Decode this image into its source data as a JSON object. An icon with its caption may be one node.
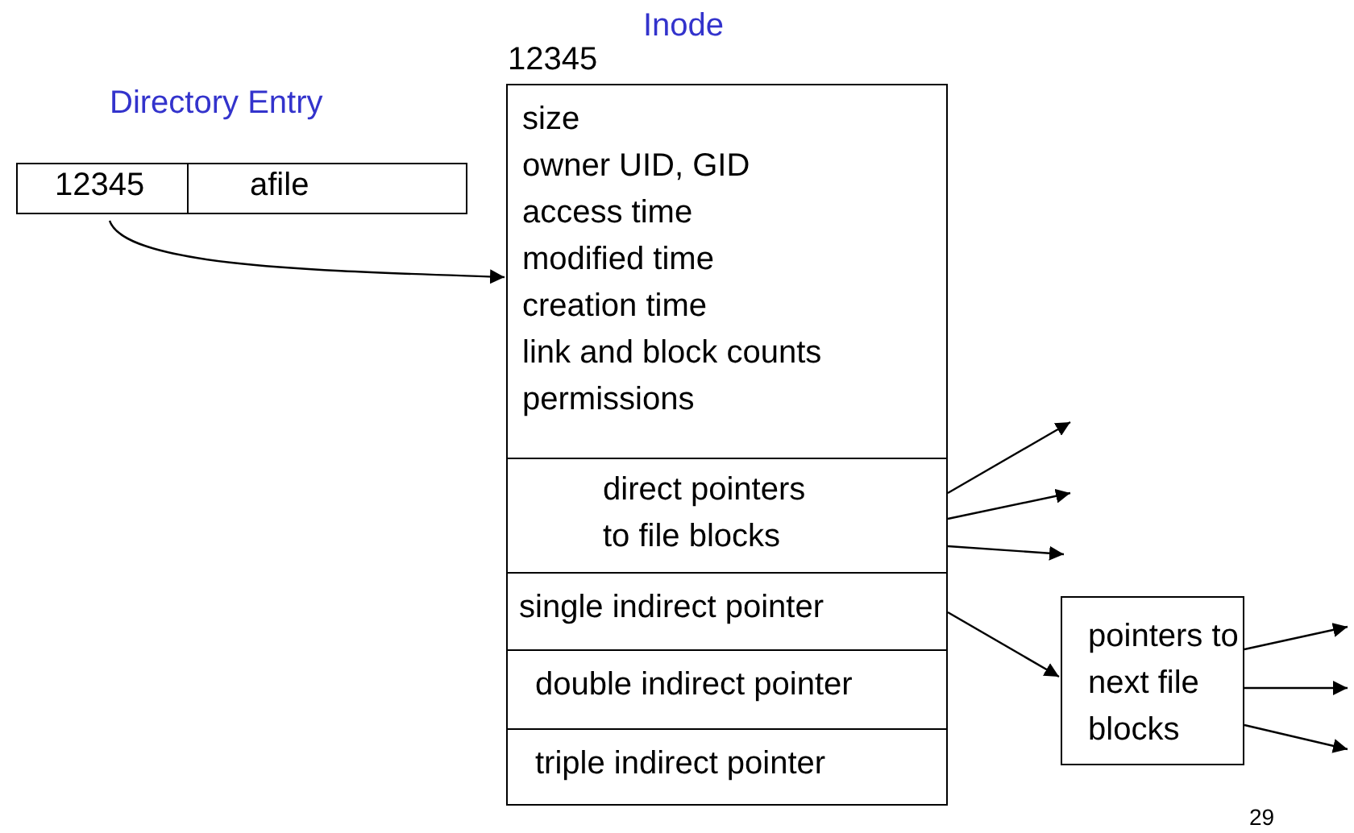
{
  "diagram": {
    "nodes": [
      {
        "text": [
          "Directory Entry"
        ]
      },
      {
        "text": [
          "12345"
        ],
        "in": 0
      },
      {
        "text": [
          "afile"
        ],
        "in": 0
      },
      {
        "text": [
          "Inode"
        ],
        "beside": [
          "12345"
        ]
      },
      {
        "text": [
          "size",
          "owner UID, GID",
          "access time",
          "modified time",
          "creation time",
          "link and block counts",
          "permissions"
        ],
        "in": 3
      },
      {
        "text": [
          "direct pointers to file blocks"
        ],
        "in": 3
      },
      {
        "text": [
          "single indirect pointer"
        ],
        "in": 3
      },
      {
        "text": [
          "double indirect pointer"
        ],
        "in": 3
      },
      {
        "text": [
          "triple indirect pointer"
        ],
        "in": 3
      },
      {
        "text": [
          "pointers to next file blocks"
        ]
      }
    ],
    "edges": [
      {
        "from": 1,
        "to": 3,
        "arrow": "to"
      },
      {
        "from": 5,
        "to": null,
        "arrow": "to"
      },
      {
        "from": 5,
        "to": null,
        "arrow": "to"
      },
      {
        "from": 5,
        "to": null,
        "arrow": "to"
      },
      {
        "from": 6,
        "to": 9,
        "arrow": "to"
      },
      {
        "from": 9,
        "to": null,
        "arrow": "to"
      },
      {
        "from": 9,
        "to": null,
        "arrow": "to"
      },
      {
        "from": 9,
        "to": null,
        "arrow": "to"
      }
    ],
    "labels": [
      "29"
    ]
  }
}
